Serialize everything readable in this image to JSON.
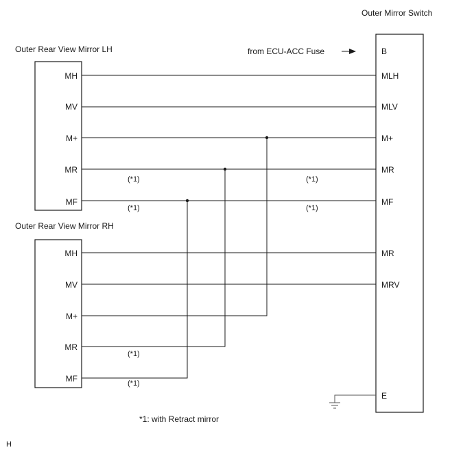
{
  "switch": {
    "title": "Outer Mirror Switch",
    "pins": [
      "B",
      "MLH",
      "MLV",
      "M+",
      "MR",
      "MF",
      "MR",
      "MRV",
      "E"
    ]
  },
  "mirror_lh": {
    "title": "Outer Rear View Mirror LH",
    "pins": [
      "MH",
      "MV",
      "M+",
      "MR",
      "MF"
    ]
  },
  "mirror_rh": {
    "title": "Outer Rear View Mirror RH",
    "pins": [
      "MH",
      "MV",
      "M+",
      "MR",
      "MF"
    ]
  },
  "fuse_source": "from ECU-ACC Fuse",
  "note_marker": "(*1)",
  "footnote": "*1: with Retract mirror",
  "corner_code": "H"
}
